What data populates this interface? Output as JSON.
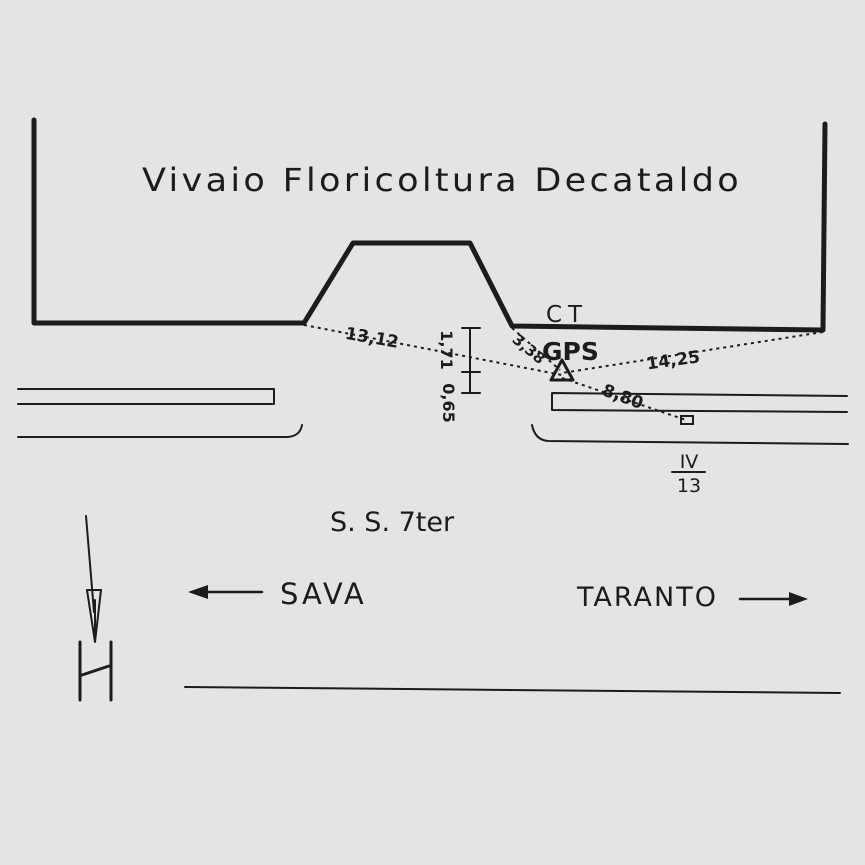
{
  "title": "Vivaio Floricoltura Decataldo",
  "marker_ct": "CT",
  "marker_gps": "GPS",
  "measurements": {
    "left_diagonal": "13,12",
    "right_diagonal": "14,25",
    "lower_diagonal": "8,80",
    "short_diagonal": "3,38",
    "vertical_upper": "1,71",
    "vertical_lower": "0,65"
  },
  "km_marker": {
    "top": "IV",
    "bottom": "13"
  },
  "road_name": "S. S. 7ter",
  "direction_left": "Sava",
  "direction_right": "Taranto",
  "colors": {
    "ink": "#1c1c1c",
    "paper": "#e4e4e4"
  },
  "icons": [
    "north-arrow-icon",
    "gps-triangle-icon",
    "km-stone-icon"
  ]
}
